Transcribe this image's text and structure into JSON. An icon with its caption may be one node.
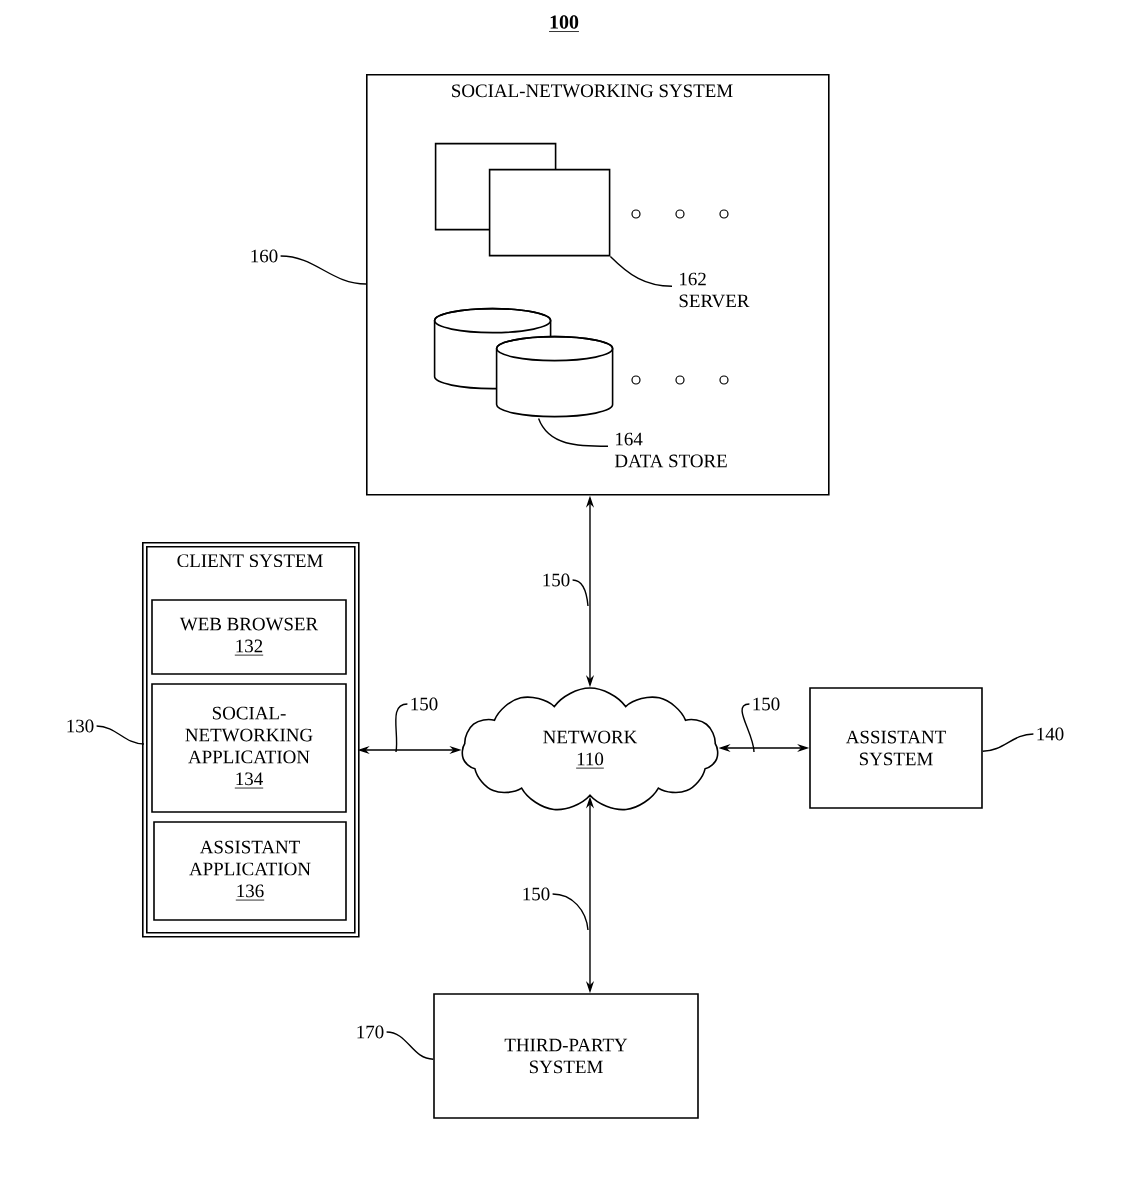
{
  "diagram": {
    "nodes": [
      {
        "text": [
          "SOCIAL-NETWORKING SYSTEM"
        ]
      },
      {
        "text": [],
        "shape": "box",
        "in": 0
      },
      {
        "text": [
          "162",
          "SERVER"
        ],
        "in": 0
      },
      {
        "text": [],
        "shape": "cylinder",
        "in": 0
      },
      {
        "text": [
          "164",
          "DATA STORE"
        ],
        "in": 0
      },
      {
        "text": [
          "160"
        ]
      },
      {
        "text": [
          "CLIENT SYSTEM"
        ]
      },
      {
        "text": [
          "WEB BROWSER",
          "132"
        ],
        "in": 6
      },
      {
        "text": [
          "SOCIAL-NETWORKING APPLICATION",
          "134"
        ],
        "in": 6
      },
      {
        "text": [
          "ASSISTANT APPLICATION",
          "136"
        ],
        "in": 6
      },
      {
        "text": [
          "130"
        ]
      },
      {
        "text": [
          "NETWORK",
          "110"
        ]
      },
      {
        "text": [
          "ASSISTANT SYSTEM"
        ]
      },
      {
        "text": [
          "140"
        ]
      },
      {
        "text": [
          "THIRD-PARTY SYSTEM"
        ]
      },
      {
        "text": [
          "170"
        ]
      },
      {
        "text": [
          "150"
        ]
      },
      {
        "text": [
          "150"
        ]
      },
      {
        "text": [
          "150"
        ]
      },
      {
        "text": [
          "150"
        ]
      }
    ],
    "edges": [
      {
        "from": 0,
        "to": 11,
        "arrow": "both"
      },
      {
        "from": 6,
        "to": 11,
        "arrow": "both"
      },
      {
        "from": 11,
        "to": 12,
        "arrow": "both"
      },
      {
        "from": 11,
        "to": 14,
        "arrow": "both"
      },
      {
        "from": 5,
        "to": 0,
        "arrow": "none"
      },
      {
        "from": 2,
        "to": 1,
        "arrow": "none"
      },
      {
        "from": 4,
        "to": 3,
        "arrow": "none"
      },
      {
        "from": 10,
        "to": 6,
        "arrow": "none"
      },
      {
        "from": 13,
        "to": 12,
        "arrow": "none"
      },
      {
        "from": 15,
        "to": 14,
        "arrow": "none"
      },
      {
        "from": 16,
        "to": null,
        "arrow": "none"
      },
      {
        "from": 17,
        "to": null,
        "arrow": "none"
      },
      {
        "from": 18,
        "to": null,
        "arrow": "none"
      },
      {
        "from": 19,
        "to": null,
        "arrow": "none"
      }
    ],
    "labels": [
      "100"
    ]
  }
}
